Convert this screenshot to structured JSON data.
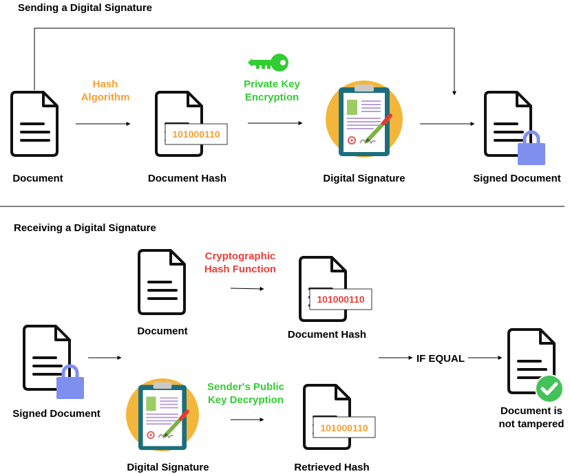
{
  "sending": {
    "title": "Sending a Digital Signature",
    "document_label": "Document",
    "hash_algorithm_line1": "Hash",
    "hash_algorithm_line2": "Algorithm",
    "document_hash_label": "Document Hash",
    "hash_value": "101000110",
    "private_key_line1": "Private Key",
    "private_key_line2": "Encryption",
    "digital_signature_label": "Digital Signature",
    "signed_document_label": "Signed Document"
  },
  "receiving": {
    "title": "Receiving a Digital Signature",
    "signed_document_label": "Signed Document",
    "document_label": "Document",
    "crypto_hash_line1": "Cryptographic",
    "crypto_hash_line2": "Hash Function",
    "document_hash_label": "Document Hash",
    "hash_value": "101000110",
    "digital_signature_label": "Digital Signature",
    "public_key_line1": "Sender's Public",
    "public_key_line2": "Key Decryption",
    "retrieved_hash_label": "Retrieved Hash",
    "retrieved_hash_value": "101000110",
    "if_equal_label": "IF EQUAL",
    "result_line1": "Document is",
    "result_line2": "not tampered"
  },
  "colors": {
    "orange": "#f5a033",
    "green": "#33cc33",
    "red": "#e8403a",
    "lock": "#7f8ff0",
    "check": "#44c25a",
    "clipboard_circle": "#f4b63a",
    "clipboard_board": "#1b6f7d"
  }
}
